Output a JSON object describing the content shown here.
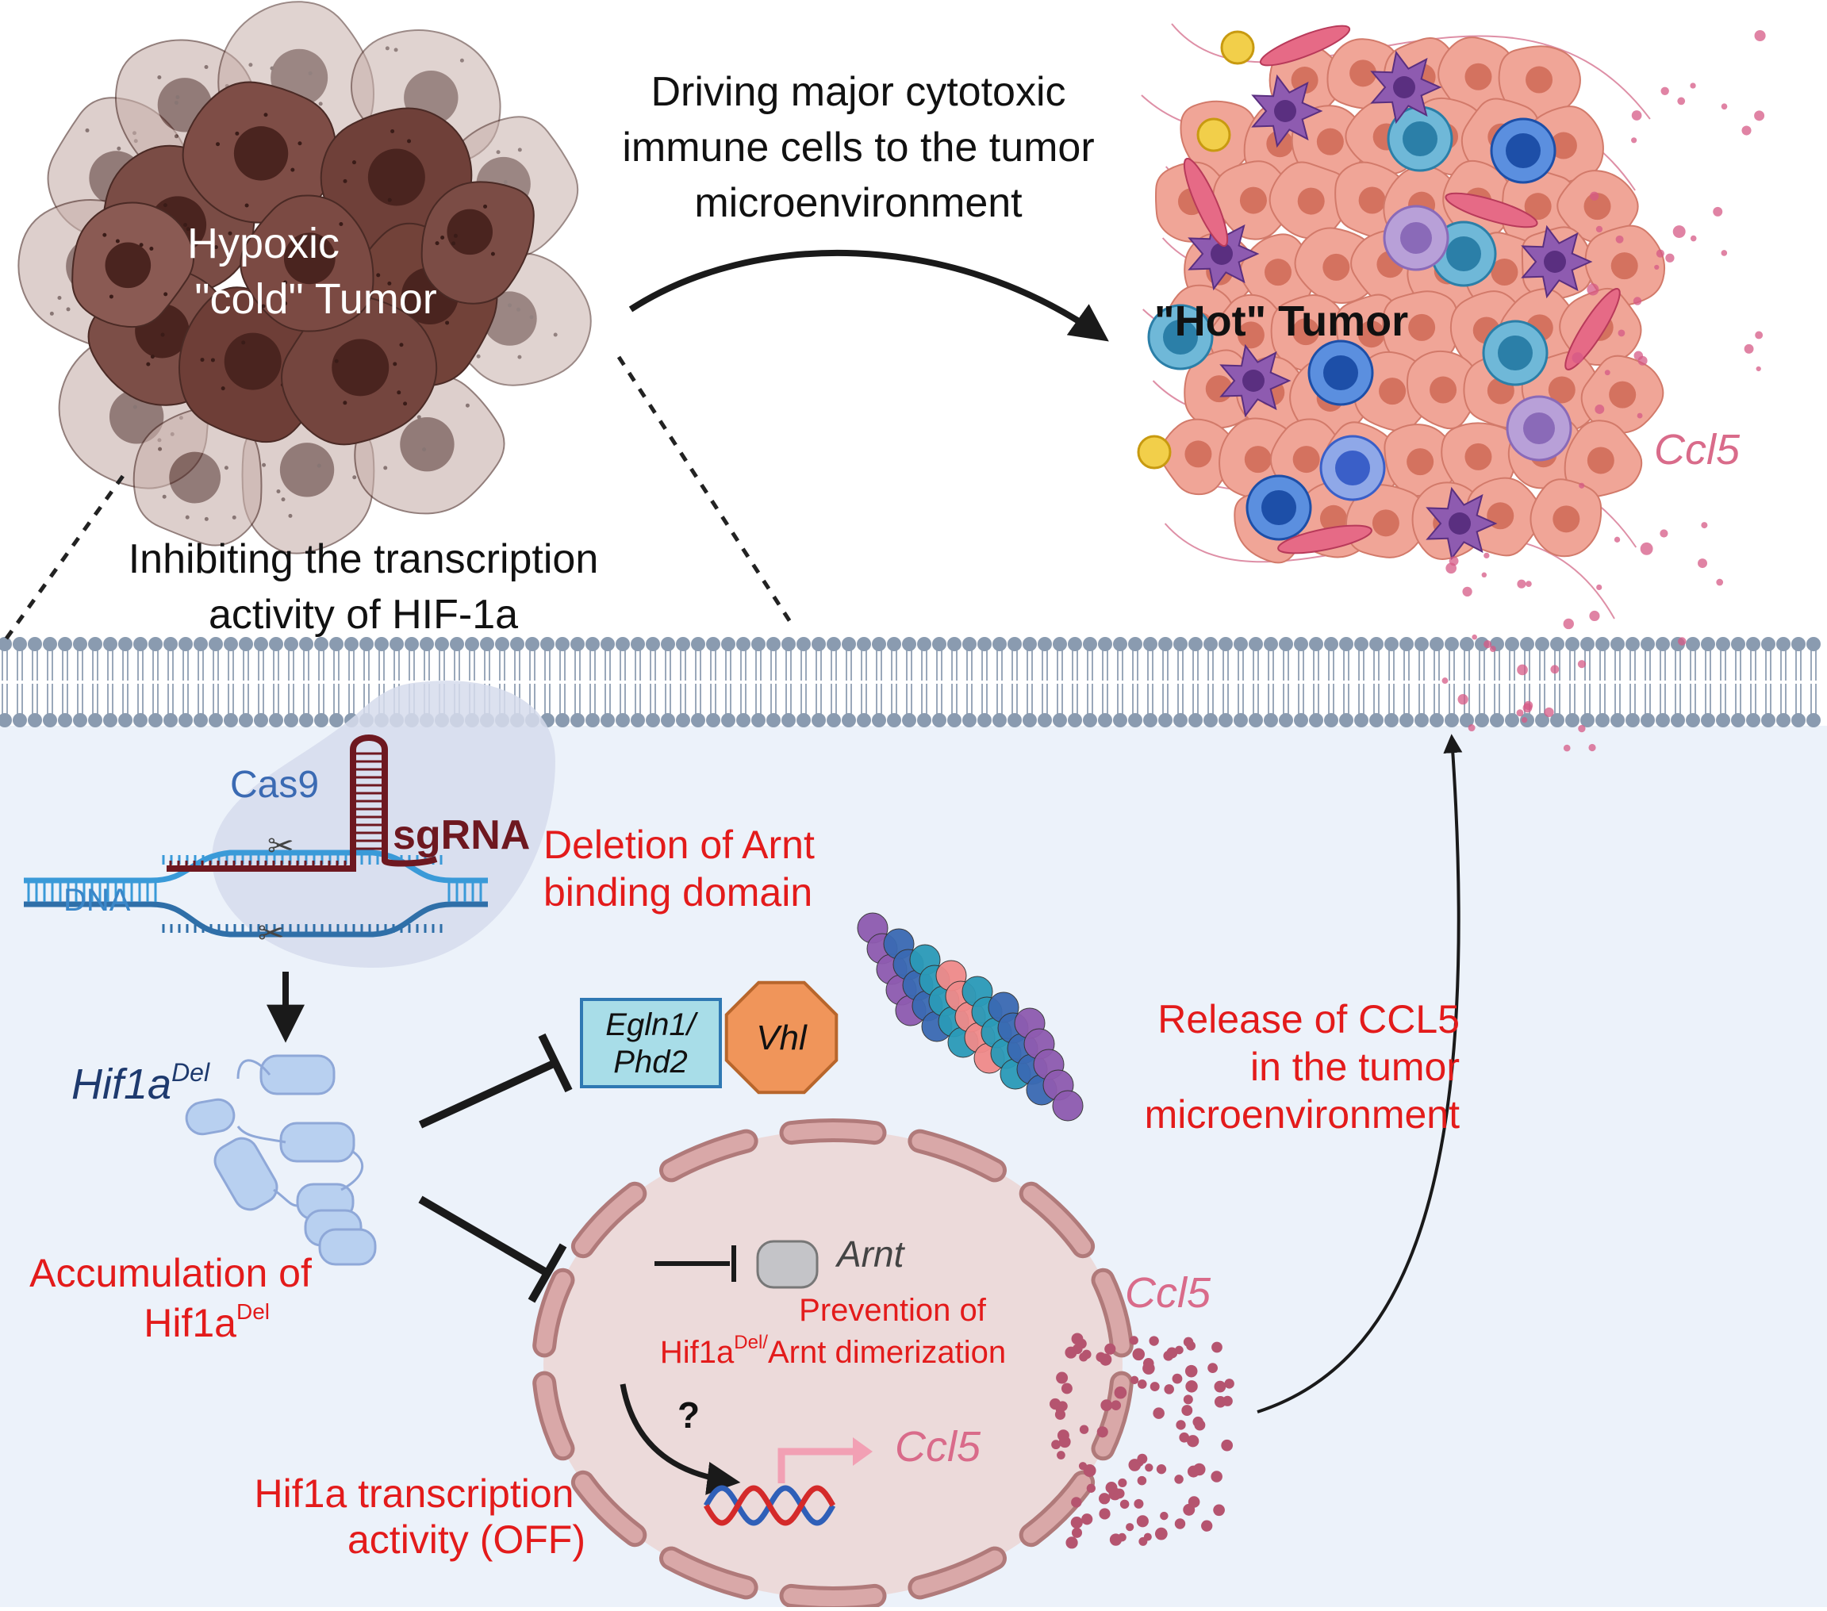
{
  "colors": {
    "background_lower": "#ecf2fa",
    "membrane_head": "#8a9bb0",
    "annotation_red": "#e31b1b",
    "cold_tumor": "#6b3a33",
    "hot_tumor": "#f0a597",
    "hif1a_protein": "#b8d0f0",
    "ccl5_dots": "#b5546f",
    "nucleus": "#d9b3b3",
    "vhl": "#f0955a"
  },
  "top": {
    "cold_tumor_label_line1": "Hypoxic",
    "cold_tumor_label_line2": "\"cold\" Tumor",
    "arrow_label_line1": "Driving major cytotoxic",
    "arrow_label_line2": "immune cells to the tumor",
    "arrow_label_line3": "microenvironment",
    "hot_tumor_label": "\"Hot\" Tumor",
    "ccl5_outside": "Ccl5",
    "inhibit_label_line1": "Inhibiting the transcription",
    "inhibit_label_line2": "activity of HIF-1a"
  },
  "crispr": {
    "cas9": "Cas9",
    "sgrna": "sgRNA",
    "dna": "DNA",
    "deletion_line1": "Deletion of Arnt",
    "deletion_line2": "binding domain"
  },
  "hif": {
    "label_base": "Hif1a",
    "label_sup": "Del",
    "accum_line1": "Accumulation of",
    "accum_line2_base": "Hif1a",
    "accum_line2_sup": "Del"
  },
  "degradation": {
    "egln_line1": "Egln1/",
    "egln_line2": "Phd2",
    "vhl": "Vhl"
  },
  "nucleus": {
    "arnt": "Arnt",
    "prevention_line1": "Prevention of",
    "prevention_line2_base": "Hif1a",
    "prevention_line2_sup": "Del/",
    "prevention_line2_rest": "Arnt dimerization",
    "question": "?",
    "ccl5_gene": "Ccl5",
    "transcription_line1": "Hif1a transcription",
    "transcription_line2": "activity (OFF)",
    "ccl5_secreted": "Ccl5"
  },
  "release": {
    "line1": "Release of CCL5",
    "line2": "in the tumor",
    "line3": "microenvironment"
  }
}
